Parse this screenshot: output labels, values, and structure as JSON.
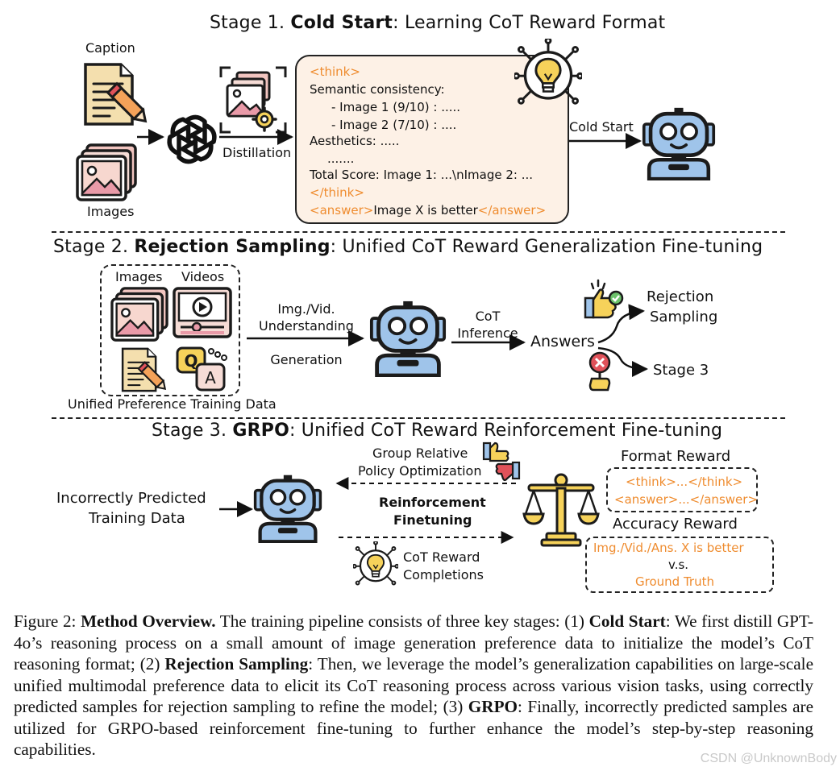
{
  "stage1": {
    "title_prefix": "Stage 1. ",
    "title_bold": "Cold Start",
    "title_suffix": ": Learning CoT Reward Format",
    "caption_label": "Caption",
    "images_label": "Images",
    "distillation_label": "Distillation",
    "cold_start_label": "Cold Start",
    "cot": {
      "think_open": "<think>",
      "line1": "Semantic consistency:",
      "line2": "- Image 1 (9/10) : .....",
      "line3": "- Image 2 (7/10) : ....",
      "line4": "Aesthetics: .....",
      "line5": ".......",
      "line6": "Total Score: Image 1: ...\\nImage 2: ...",
      "think_close": "</think>",
      "answer_open": "<answer>",
      "answer_text": "Image X is better",
      "answer_close": "</answer>"
    }
  },
  "stage2": {
    "title_prefix": "Stage 2. ",
    "title_bold": "Rejection Sampling",
    "title_suffix": ": Unified CoT Reward Generalization Fine-tuning",
    "images_label": "Images",
    "videos_label": "Videos",
    "data_label": "Unified Preference Training Data",
    "understanding_label_1": "Img./Vid.",
    "understanding_label_2": "Understanding",
    "generation_label": "Generation",
    "cot_label_1": "CoT",
    "cot_label_2": "Inference",
    "answers_label": "Answers",
    "rejection_label_1": "Rejection",
    "rejection_label_2": "Sampling",
    "stage3_label": "Stage 3"
  },
  "stage3": {
    "title_prefix": "Stage 3. ",
    "title_bold": "GRPO",
    "title_suffix": ": Unified CoT Reward Reinforcement Fine-tuning",
    "incorrect_label_1": "Incorrectly Predicted",
    "incorrect_label_2": "Training Data",
    "grpo_label_1": "Group Relative",
    "grpo_label_2": "Policy Optimization",
    "rf_label_1": "Reinforcement",
    "rf_label_2": "Finetuning",
    "completions_label_1": "CoT Reward",
    "completions_label_2": "Completions",
    "format_reward_title": "Format Reward",
    "format_line1": "<think>...</think>",
    "format_line2": "<answer>...</answer>",
    "accuracy_reward_title": "Accuracy Reward",
    "accuracy_line1": "Img./Vid./Ans. X is better",
    "accuracy_vs": "v.s.",
    "accuracy_line2": "Ground Truth"
  },
  "caption": {
    "prefix": "Figure 2: ",
    "heading": "Method Overview.",
    "part1": " The training pipeline consists of three key stages: (1) ",
    "cold_start": "Cold Start",
    "part2": ": We first distill GPT-4o’s reasoning process on a small amount of image generation preference data to initialize the model’s CoT reasoning format; (2) ",
    "rejection": "Rejection Sampling",
    "part3": ": Then, we leverage the model’s generalization capabilities on large-scale unified multimodal preference data to elicit its CoT reasoning process across various vision tasks, using correctly predicted samples for rejection sampling to refine the model; (3) ",
    "grpo": "GRPO",
    "part4": ": Finally, incorrectly predicted samples are utilized for GRPO-based reinforcement fine-tuning to further enhance the model’s step-by-step reasoning capabilities."
  },
  "watermark": "CSDN @UnknownBody",
  "colors": {
    "orange": "#ef8c2f",
    "robot_blue": "#9fc4ea",
    "box_fill": "#fdf1e6",
    "yellow": "#f6d25a",
    "red": "#e0525a",
    "green": "#6cc26b"
  },
  "icons": [
    "document-pen-icon",
    "image-stack-icon",
    "openai-logo-icon",
    "distillation-icon",
    "lightbulb-network-icon",
    "robot-icon",
    "video-player-icon",
    "qa-chat-icon",
    "thumbs-up-icon",
    "reject-sign-icon",
    "thumbs-up-down-icon",
    "balance-scale-icon"
  ]
}
